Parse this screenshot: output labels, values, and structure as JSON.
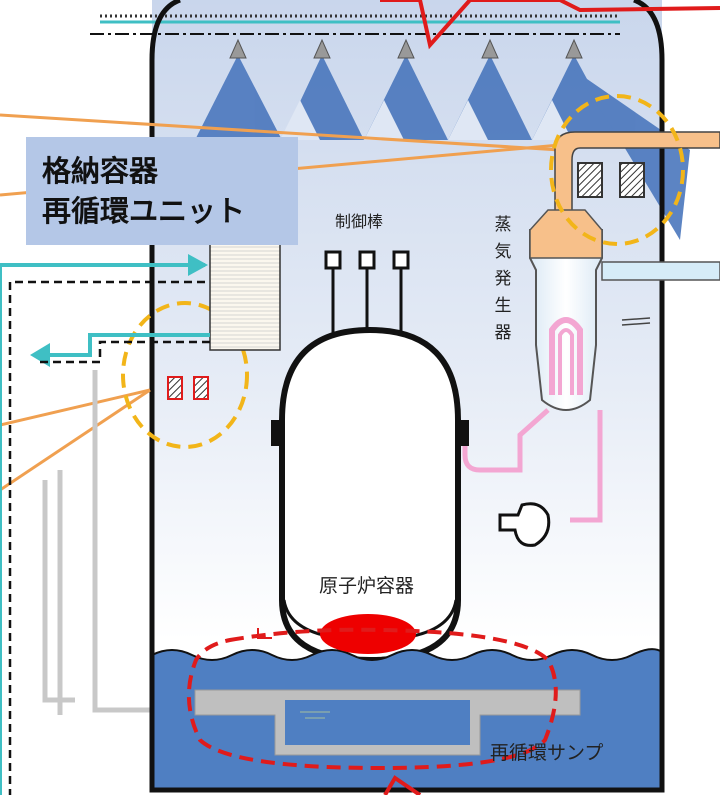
{
  "callout": {
    "line1": "格納容器",
    "line2": "再循環ユニット"
  },
  "labels": {
    "control_rod": "制御棒",
    "steam_generator": [
      "蒸",
      "気",
      "発",
      "生",
      "器"
    ],
    "reactor_vessel": "原子炉容器",
    "recirc_sump": "再循環サンプ"
  },
  "colors": {
    "water": "#4f7fc2",
    "spray": "#4a77bd",
    "cyan_pipe": "#3fbfc4",
    "orange_line": "#f0a050",
    "highlight_circle": "#f2b519",
    "red_dashed": "#e01b1b",
    "molten_core": "#ee0000",
    "sg_pink": "#f3a6d2",
    "sg_head": "#f7c08a"
  }
}
